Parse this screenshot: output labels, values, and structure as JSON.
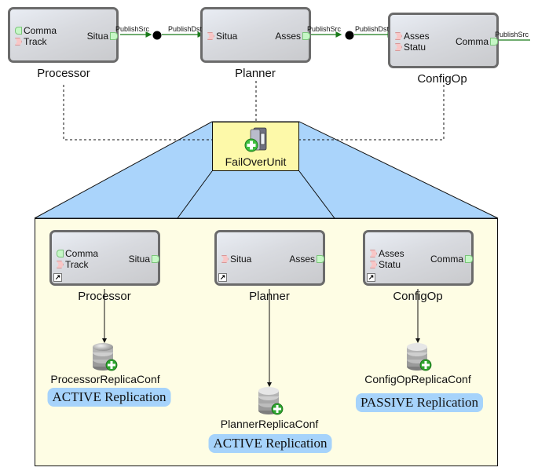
{
  "top_row": {
    "components": [
      {
        "name": "Processor",
        "in_ports": [
          {
            "label": "Comma",
            "kind": "green"
          },
          {
            "label": "Track",
            "kind": "red"
          }
        ],
        "out_ports": [
          {
            "label": "Situa"
          }
        ]
      },
      {
        "name": "Planner",
        "in_ports": [
          {
            "label": "Situa",
            "kind": "red"
          }
        ],
        "out_ports": [
          {
            "label": "Asses"
          }
        ]
      },
      {
        "name": "ConfigOp",
        "in_ports": [
          {
            "label": "Asses",
            "kind": "red"
          },
          {
            "label": "Statu",
            "kind": "red"
          }
        ],
        "out_ports": [
          {
            "label": "Comma"
          }
        ]
      }
    ],
    "edge_labels": {
      "processor_src": "PublishSrc",
      "planner_dst": "PublishDst",
      "planner_src": "PublishSrc",
      "configop_dst": "PublishDst",
      "configop_src": "PublishSrc"
    }
  },
  "failover": {
    "label": "FailOverUnit",
    "icon": "server-add-icon"
  },
  "expanded": {
    "components": [
      {
        "name": "Processor",
        "in_ports": [
          {
            "label": "Comma",
            "kind": "green"
          },
          {
            "label": "Track",
            "kind": "red"
          }
        ],
        "out_ports": [
          {
            "label": "Situa"
          }
        ],
        "shortcut_icon": "shortcut-arrow-icon"
      },
      {
        "name": "Planner",
        "in_ports": [
          {
            "label": "Situa",
            "kind": "red"
          }
        ],
        "out_ports": [
          {
            "label": "Asses"
          }
        ],
        "shortcut_icon": "shortcut-arrow-icon"
      },
      {
        "name": "ConfigOp",
        "in_ports": [
          {
            "label": "Asses",
            "kind": "red"
          },
          {
            "label": "Statu",
            "kind": "red"
          }
        ],
        "out_ports": [
          {
            "label": "Comma"
          }
        ],
        "shortcut_icon": "shortcut-arrow-icon"
      }
    ],
    "replicas": [
      {
        "name": "ProcessorReplicaConf",
        "replication": "ACTIVE Replication",
        "icon": "database-add-icon"
      },
      {
        "name": "PlannerReplicaConf",
        "replication": "ACTIVE Replication",
        "icon": "database-add-icon"
      },
      {
        "name": "ConfigOpReplicaConf",
        "replication": "PASSIVE Replication",
        "icon": "database-add-icon"
      }
    ]
  },
  "colors": {
    "edge_green": "#1a7a1a",
    "failover_fill": "#fdf9a9",
    "zoom_fill": "#aad4fb",
    "panel_fill": "#fefde4",
    "badge_fill": "#a6d3fb"
  }
}
